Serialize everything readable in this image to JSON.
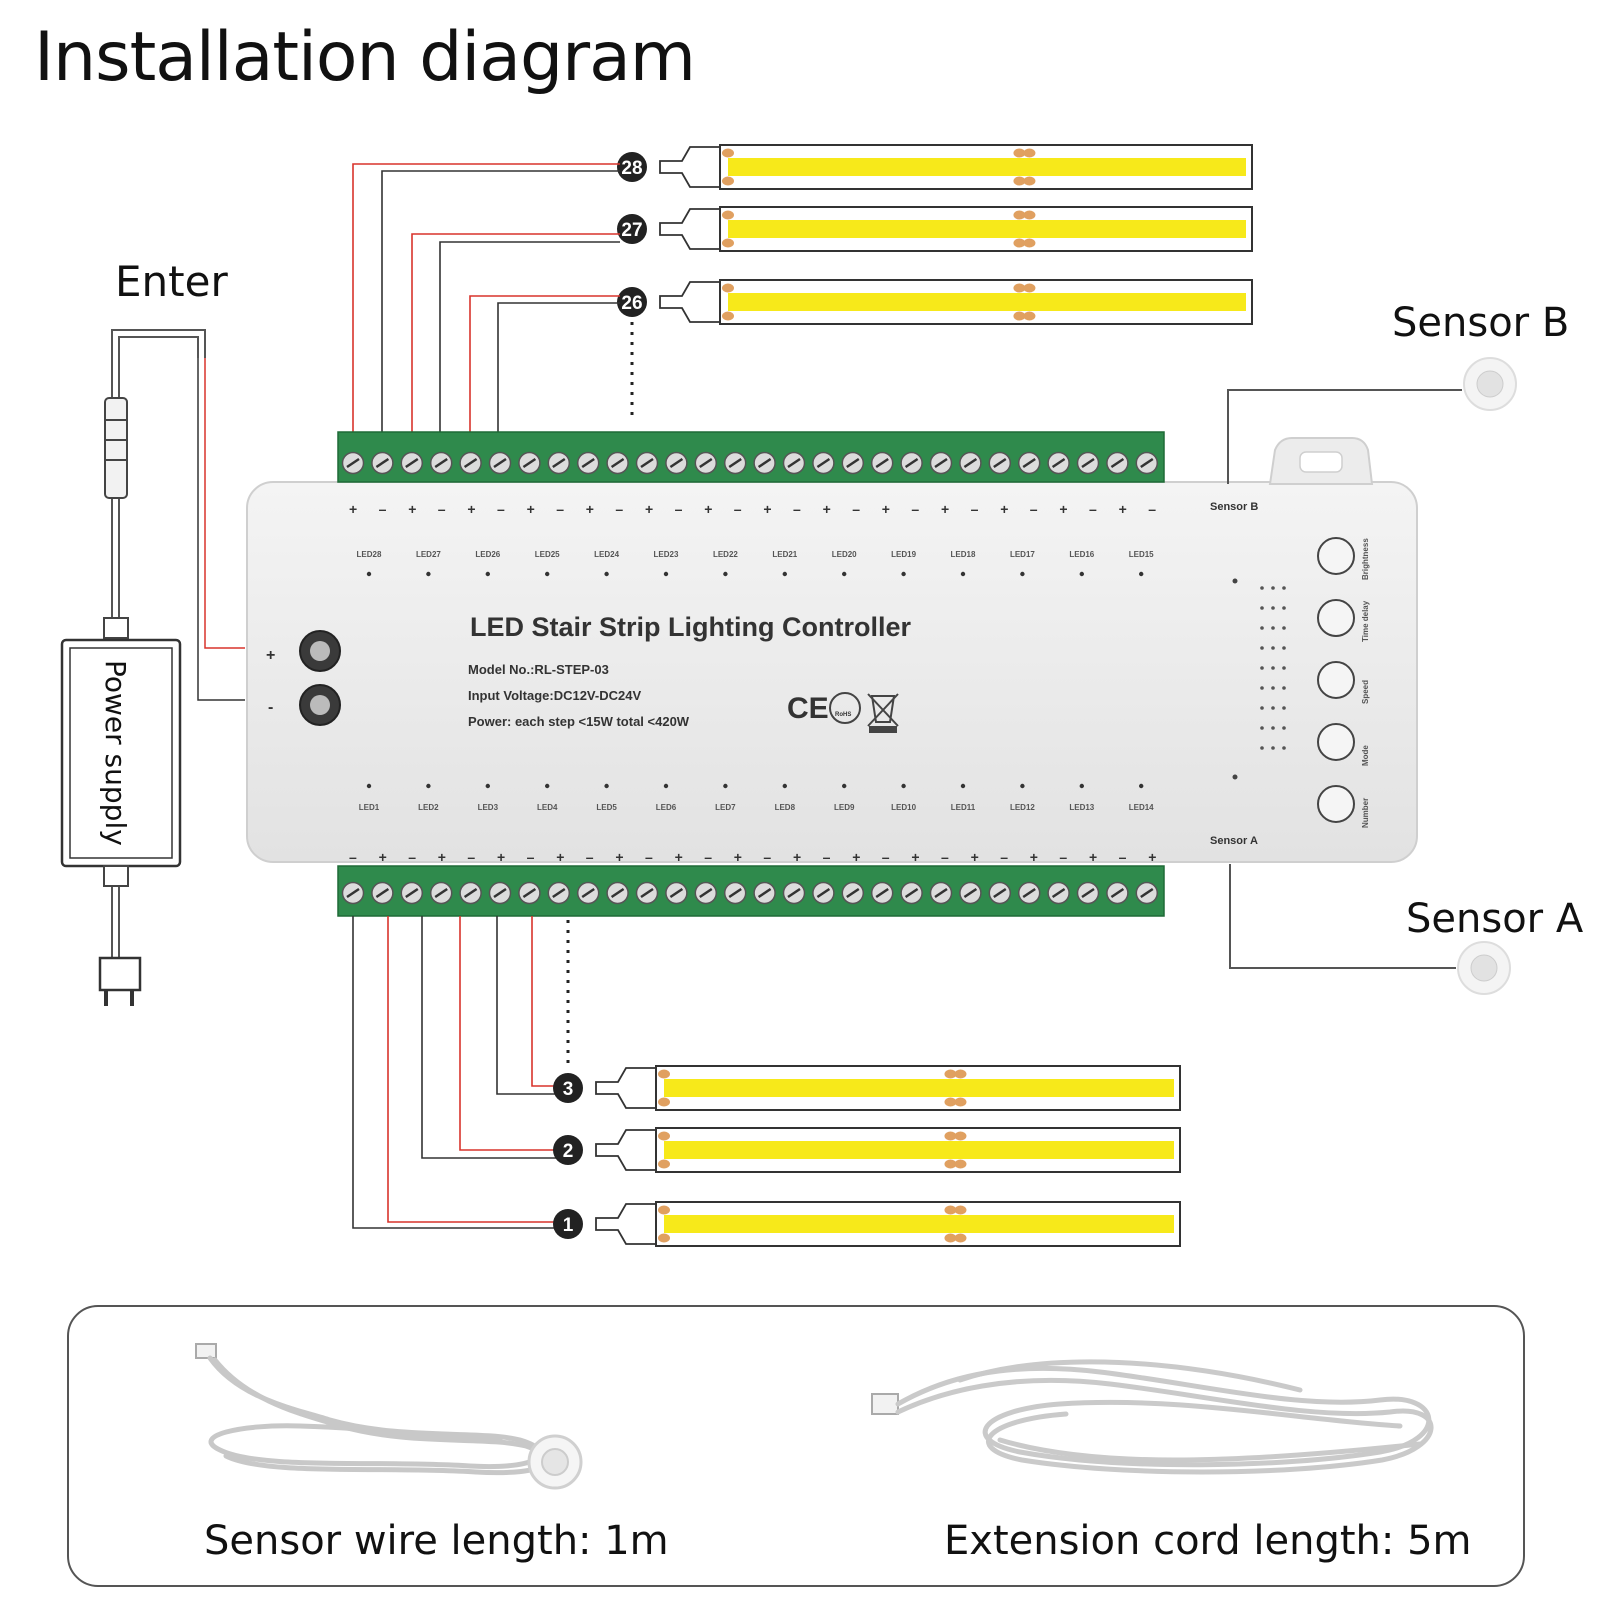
{
  "title": "Installation diagram",
  "labels": {
    "enter": "Enter",
    "power_supply": "Power supply",
    "sensor_b": "Sensor B",
    "sensor_a": "Sensor A"
  },
  "controller": {
    "name": "LED Stair Strip Lighting Controller",
    "model": "Model No.:RL-STEP-03",
    "input_voltage": "Input Voltage:DC12V-DC24V",
    "power": "Power: each step <15W  total <420W",
    "power_plus": "+",
    "power_minus": "-",
    "sensor_b_port": "Sensor B",
    "sensor_a_port": "Sensor A",
    "marks": {
      "ce": "CE",
      "rohs": "RoHS"
    },
    "top_leds": [
      "LED28",
      "LED27",
      "LED26",
      "LED25",
      "LED24",
      "LED23",
      "LED22",
      "LED21",
      "LED20",
      "LED19",
      "LED18",
      "LED17",
      "LED16",
      "LED15"
    ],
    "bottom_leds": [
      "LED1",
      "LED2",
      "LED3",
      "LED4",
      "LED5",
      "LED6",
      "LED7",
      "LED8",
      "LED9",
      "LED10",
      "LED11",
      "LED12",
      "LED13",
      "LED14"
    ],
    "buttons": [
      "Brightness",
      "Time delay",
      "Speed",
      "Mode",
      "Number"
    ]
  },
  "strips": {
    "top": [
      "28",
      "27",
      "26"
    ],
    "bottom": [
      "3",
      "2",
      "1"
    ]
  },
  "accessories": {
    "sensor_wire": "Sensor wire length: 1m",
    "extension_cord": "Extension cord length: 5m"
  },
  "colors": {
    "strip_yellow": "#f7e91a",
    "terminal_green": "#2f8a4c",
    "wire_red": "#d8342c",
    "wire_black": "#333333",
    "controller_body": "#ececec"
  }
}
